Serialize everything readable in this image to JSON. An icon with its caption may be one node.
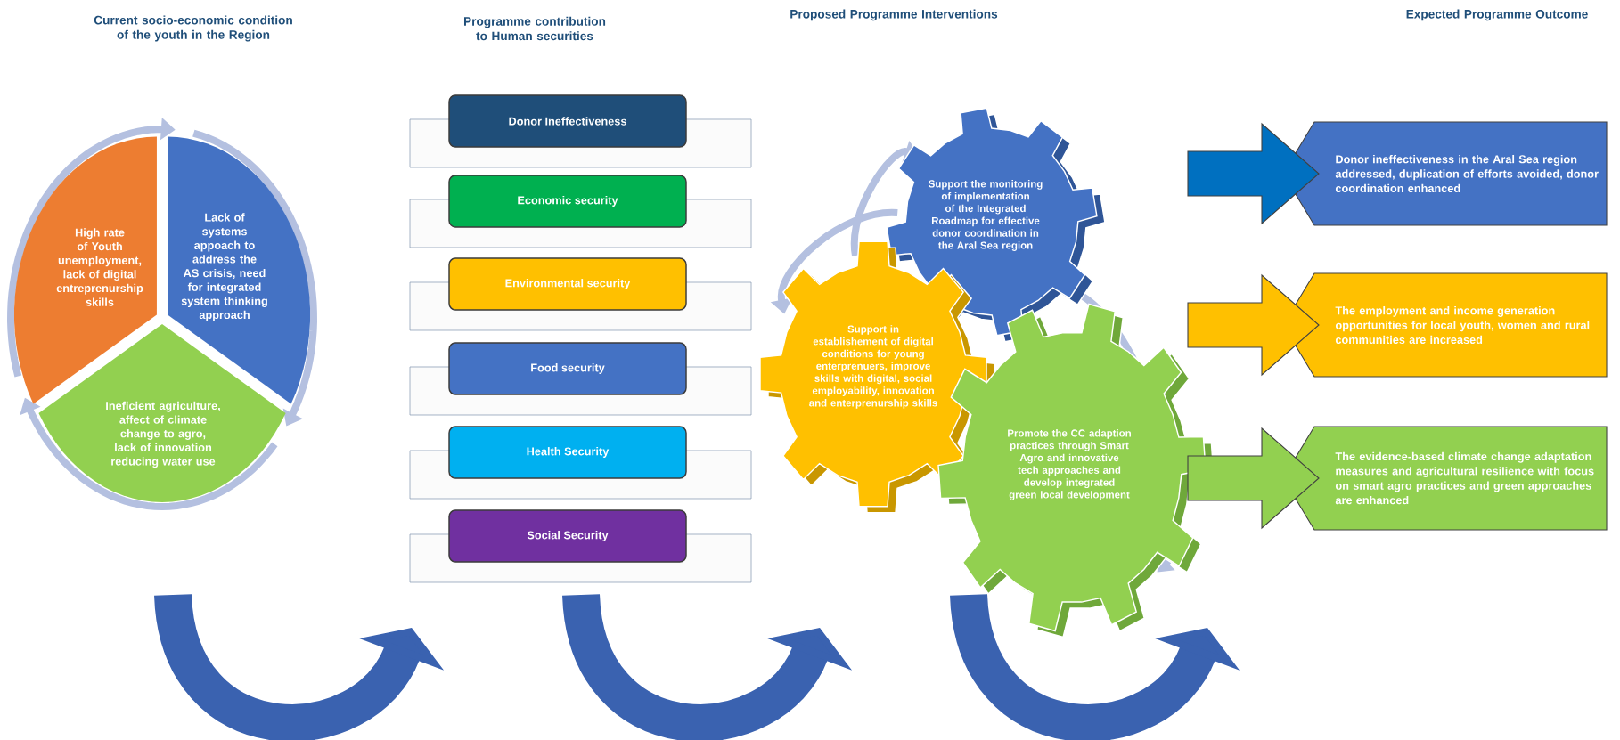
{
  "diagram": {
    "nodes": [
      {
        "text": [
          "High rate of Youth unemployment, lack of digital entreprenurship skills"
        ]
      },
      {
        "text": [
          "Lack of systems appoach to address the AS crisis, need for integrated system thinking approach"
        ]
      },
      {
        "text": [
          "Ineficient agriculture, affect of climate change to agro, lack of innovation reducing water use"
        ]
      },
      {
        "text": [
          "Donor Ineffectiveness"
        ]
      },
      {
        "text": [
          "Economic security"
        ]
      },
      {
        "text": [
          "Environmental security"
        ]
      },
      {
        "text": [
          "Food security"
        ]
      },
      {
        "text": [
          "Health Security"
        ]
      },
      {
        "text": [
          "Social Security"
        ]
      },
      {
        "text": [
          "Support the monitoring of implementation of the Integrated Roadmap for effective donor coordination in the Aral Sea region"
        ]
      },
      {
        "text": [
          "Support in establishement of digital conditions for young enterprenuers, improve skills with digital, social employability, innovation and enterprenurship skills"
        ]
      },
      {
        "text": [
          "Promote the CC adaption practices through Smart Agro and innovative tech approaches and develop integrated green local development"
        ]
      },
      {
        "text": [
          "Donor ineffectiveness in the Aral Sea region addressed, duplication of efforts avoided, donor coordination enhanced"
        ]
      },
      {
        "text": [
          "The employment and income generation opportunities for local youth, women and rural communities are increased"
        ]
      },
      {
        "text": [
          "The evidence-based climate change adaptation measures and agricultural resilience with focus on smart agro practices and green approaches are enhanced"
        ]
      }
    ],
    "edges": [
      {
        "from": 0,
        "to": 1,
        "arrow": "to"
      },
      {
        "from": 1,
        "to": 2,
        "arrow": "to"
      },
      {
        "from": 2,
        "to": 0,
        "arrow": "to"
      },
      {
        "from": 10,
        "to": 9,
        "arrow": "to"
      },
      {
        "from": 9,
        "to": 10,
        "arrow": "to"
      },
      {
        "from": 9,
        "to": 11,
        "arrow": "to"
      }
    ],
    "labels": [
      "Current socio-economic condition of the youth in the Region",
      "Programme contribution to Human securities",
      "Proposed Programme Interventions",
      "Expected Programme Outcome"
    ]
  }
}
